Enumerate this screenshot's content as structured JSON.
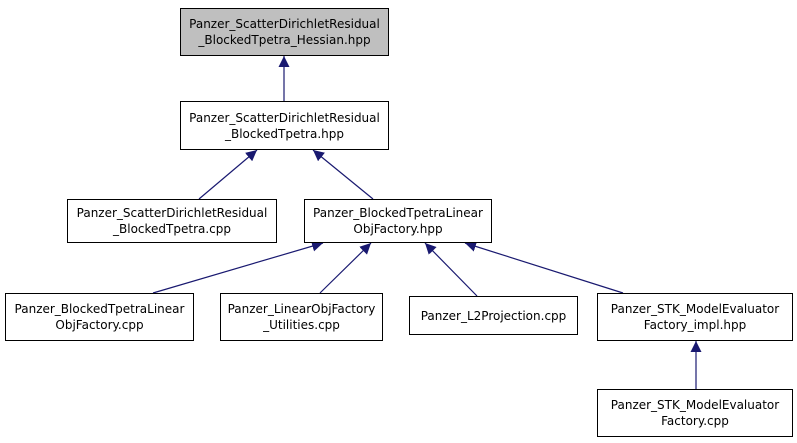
{
  "nodes": {
    "hessian": {
      "line1": "Panzer_ScatterDirichletResidual",
      "line2": "_BlockedTpetra_Hessian.hpp"
    },
    "residual_hpp": {
      "line1": "Panzer_ScatterDirichletResidual",
      "line2": "_BlockedTpetra.hpp"
    },
    "residual_cpp": {
      "line1": "Panzer_ScatterDirichletResidual",
      "line2": "_BlockedTpetra.cpp"
    },
    "linear_obj_factory_hpp": {
      "line1": "Panzer_BlockedTpetraLinear",
      "line2": "ObjFactory.hpp"
    },
    "linear_obj_factory_cpp": {
      "line1": "Panzer_BlockedTpetraLinear",
      "line2": "ObjFactory.cpp"
    },
    "linear_obj_factory_utilities": {
      "line1": "Panzer_LinearObjFactory",
      "line2": "_Utilities.cpp"
    },
    "l2_projection": {
      "line1": "Panzer_L2Projection.cpp"
    },
    "model_evaluator_factory_impl": {
      "line1": "Panzer_STK_ModelEvaluator",
      "line2": "Factory_impl.hpp"
    },
    "model_evaluator_factory_cpp": {
      "line1": "Panzer_STK_ModelEvaluator",
      "line2": "Factory.cpp"
    }
  },
  "colors": {
    "edge": "#191970",
    "highlighted_node_fill": "#bfbfbf",
    "node_fill": "#ffffff",
    "node_border": "#000000"
  }
}
